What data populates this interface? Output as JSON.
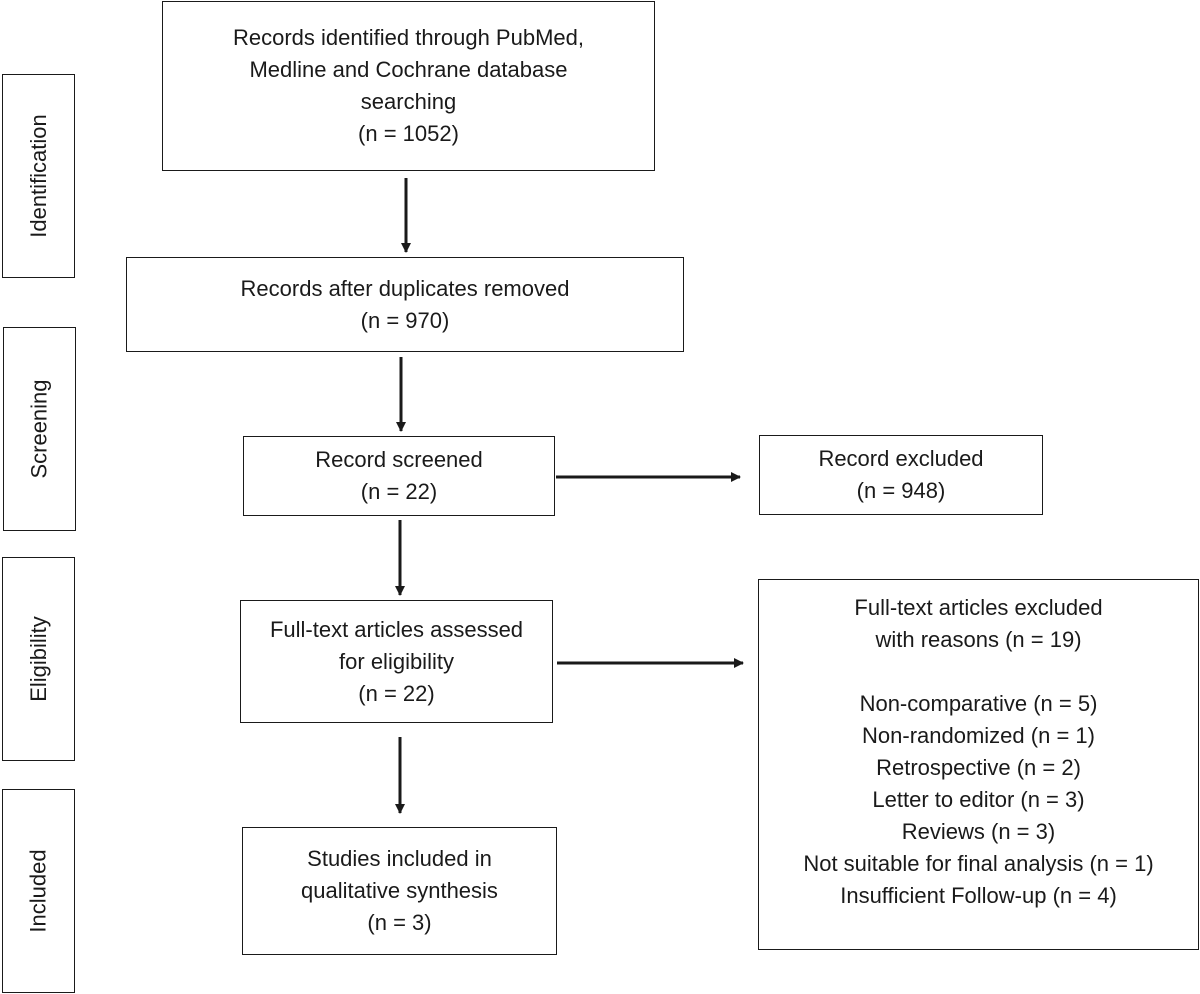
{
  "stages": {
    "identification": "Identification",
    "screening": "Screening",
    "eligibility": "Eligibility",
    "included": "Included"
  },
  "boxes": {
    "identified": {
      "lines": [
        "Records identified through PubMed,",
        "Medline and Cochrane database",
        "searching",
        "(n = 1052)"
      ]
    },
    "after_duplicates": {
      "lines": [
        "Records after duplicates removed",
        "(n = 970)"
      ]
    },
    "screened": {
      "lines": [
        "Record screened",
        "(n = 22)"
      ]
    },
    "excluded": {
      "lines": [
        "Record excluded",
        "(n = 948)"
      ]
    },
    "full_text": {
      "lines": [
        "Full-text articles assessed",
        "for eligibility",
        "(n = 22)"
      ]
    },
    "full_text_excluded": {
      "header": [
        "Full-text articles excluded",
        "with reasons (n = 19)"
      ],
      "reasons": [
        "Non-comparative (n = 5)",
        "Non-randomized (n = 1)",
        "Retrospective (n = 2)",
        "Letter to editor (n = 3)",
        "Reviews (n = 3)",
        "Not suitable for final analysis (n = 1)",
        "Insufficient Follow-up (n = 4)"
      ]
    },
    "included": {
      "lines": [
        "Studies included in",
        "qualitative synthesis",
        "(n = 3)"
      ]
    }
  },
  "colors": {
    "stroke": "#1a1a1a",
    "background": "#ffffff"
  }
}
